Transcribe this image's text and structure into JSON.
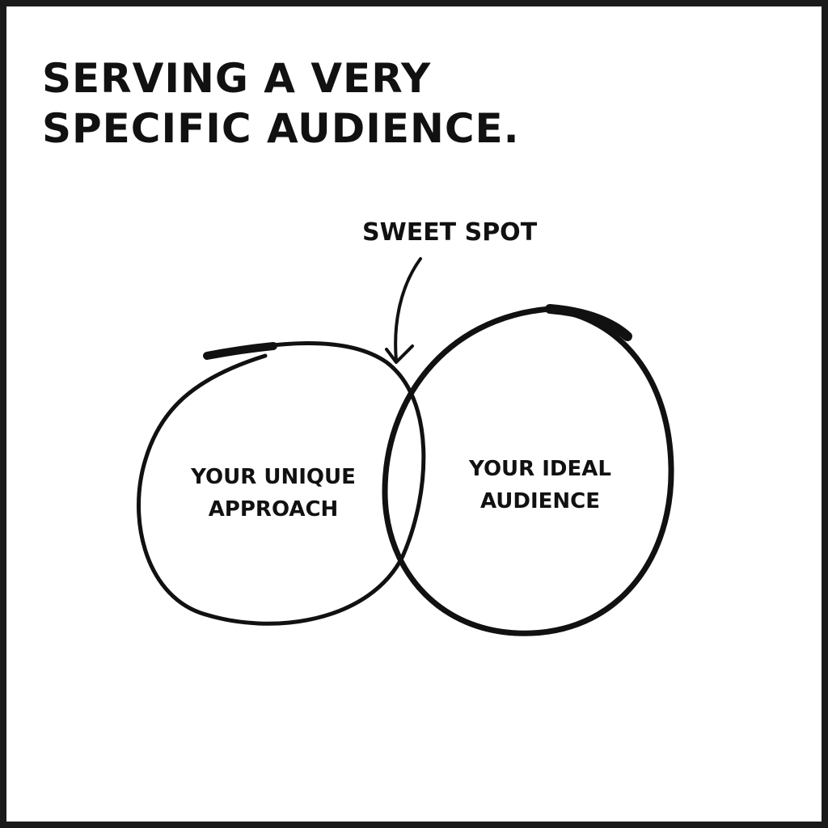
{
  "title": {
    "line1": "SERVING A VERY",
    "line2": "SPECIFIC AUDIENCE."
  },
  "annotation": "SWEET SPOT",
  "circles": [
    {
      "line1": "YOUR UNIQUE",
      "line2": "APPROACH"
    },
    {
      "line1": "YOUR IDEAL",
      "line2": "AUDIENCE"
    }
  ]
}
